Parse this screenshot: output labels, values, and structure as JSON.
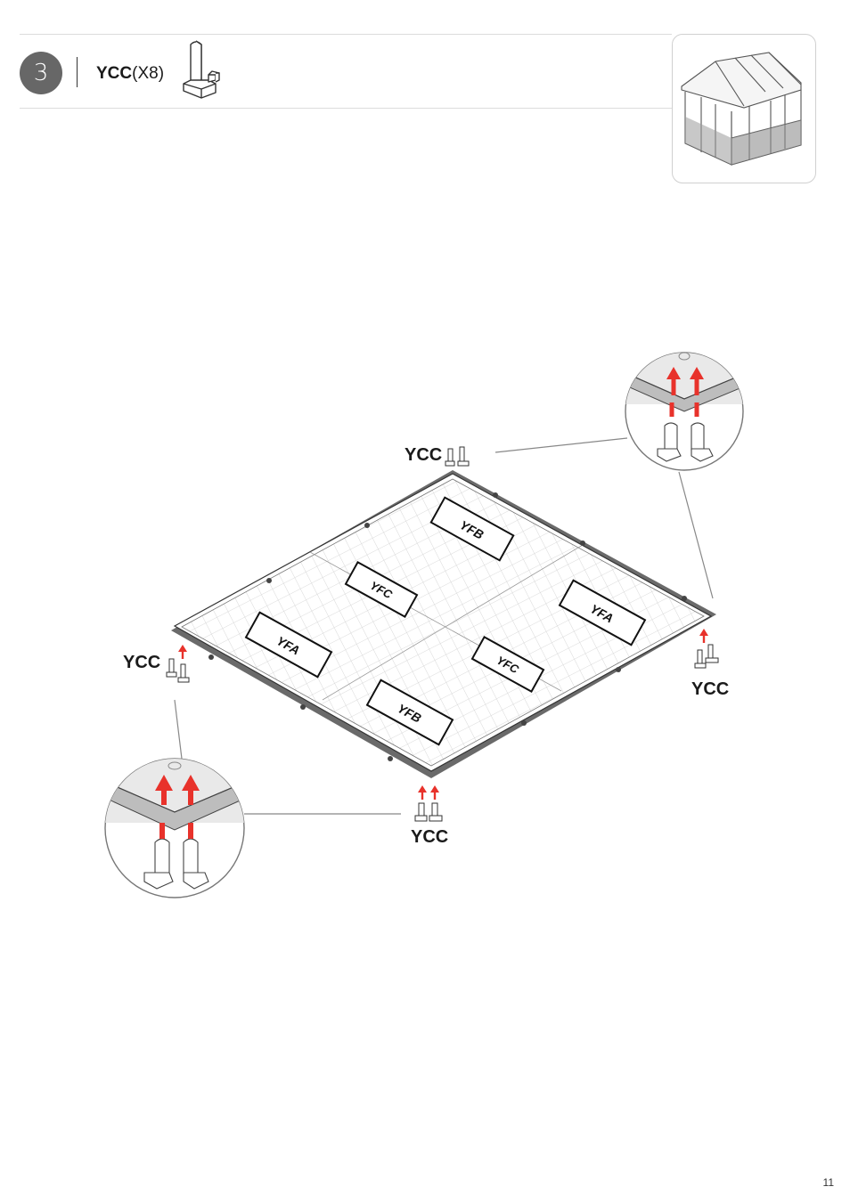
{
  "header": {
    "step_number": "3",
    "part_code": "YCC",
    "part_qty": "(X8)",
    "part_icon": "connector-part-icon",
    "thumbnail_icon": "greenhouse-thumbnail-icon"
  },
  "diagram": {
    "floor_panels": [
      "YFB",
      "YFC",
      "YFA",
      "YFA",
      "YFC",
      "YFB"
    ],
    "callouts": [
      "YCC",
      "YCC",
      "YCC",
      "YCC"
    ],
    "arrow_color": "#e8322b",
    "detail_views": [
      "corner-detail-top-right",
      "corner-detail-bottom-left"
    ]
  },
  "footer": {
    "page_number": "11"
  }
}
